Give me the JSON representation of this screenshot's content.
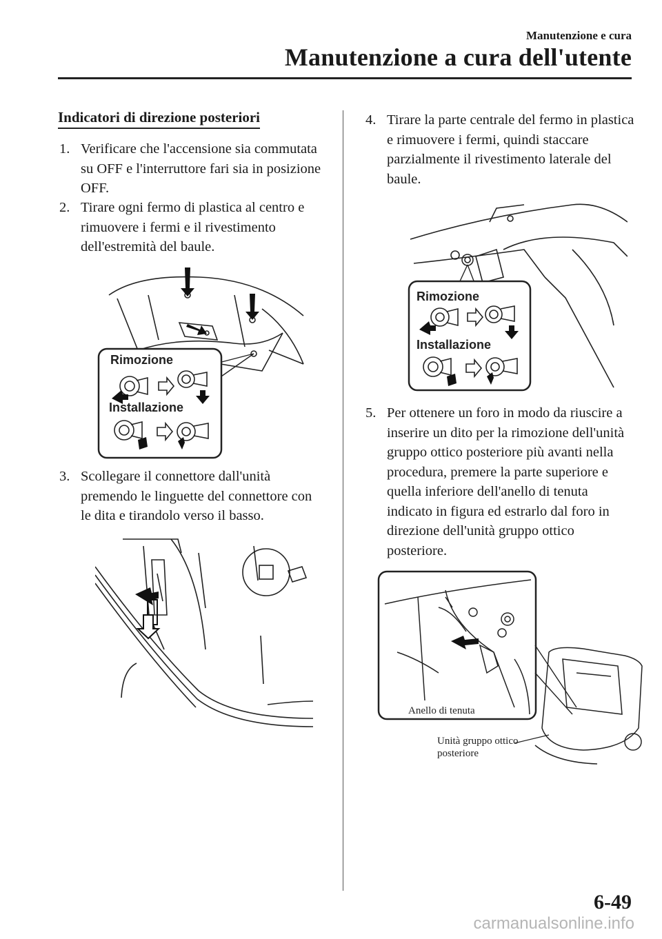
{
  "header": {
    "chapter": "Manutenzione e cura",
    "title": "Manutenzione a cura dell'utente"
  },
  "section_title": "Indicatori di direzione posteriori",
  "steps": [
    {
      "num": "1.",
      "text": "Verificare che l'accensione sia commutata su OFF e l'interruttore fari sia in posizione OFF."
    },
    {
      "num": "2.",
      "text": "Tirare ogni fermo di plastica al centro e rimuovere i fermi e il rivestimento dell'estremità del baule."
    },
    {
      "num": "3.",
      "text": "Scollegare il connettore dall'unità premendo le linguette del connettore con le dita e tirandolo verso il basso."
    },
    {
      "num": "4.",
      "text": "Tirare la parte centrale del fermo in plastica e rimuovere i fermi, quindi staccare parzialmente il rivestimento laterale del baule."
    },
    {
      "num": "5.",
      "text": "Per ottenere un foro in modo da riuscire a inserire un dito per la rimozione dell'unità gruppo ottico posteriore più avanti nella procedura, premere la parte superiore e quella inferiore dell'anello di tenuta indicato in figura ed estrarlo dal foro in direzione dell'unità gruppo ottico posteriore."
    }
  ],
  "figures": {
    "fig1": {
      "removal": "Rimozione",
      "install": "Installazione"
    },
    "fig3": {
      "removal": "Rimozione",
      "install": "Installazione"
    },
    "fig4": {
      "seal_ring": "Anello di tenuta",
      "rear_unit": "Unità gruppo ottico posteriore"
    }
  },
  "page_number": "6-49",
  "watermark": "carmanualsonline.info"
}
